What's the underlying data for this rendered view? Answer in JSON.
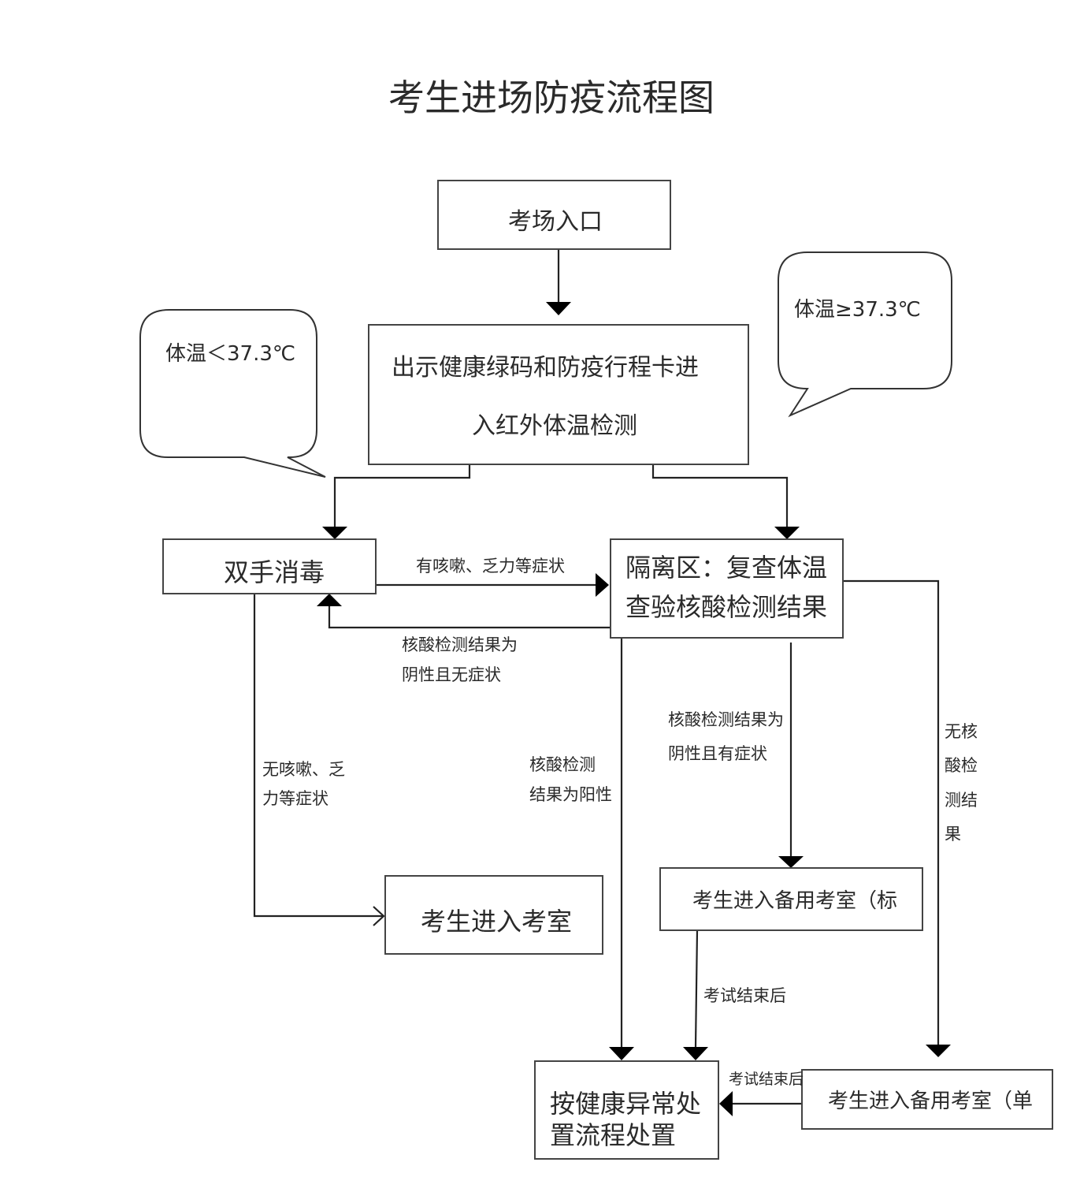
{
  "title": "考生进场防疫流程图",
  "nodes": {
    "entrance": "考场入口",
    "check_line1": "出示健康绿码和防疫行程卡进",
    "check_line2": "入红外体温检测",
    "disinfect": "双手消毒",
    "isolation_line1": "隔离区：复查体温",
    "isolation_line2": "查验核酸检测结果",
    "enter_room": "考生进入考室",
    "backup_standard": "考生进入备用考室（标",
    "backup_single": "考生进入备用考室（单",
    "abnormal_line1": "按健康异常处",
    "abnormal_line2": "置流程处置"
  },
  "callouts": {
    "temp_low": "体温＜37.3℃",
    "temp_high": "体温≥37.3℃"
  },
  "edge_labels": {
    "has_symptoms": "有咳嗽、乏力等症状",
    "negative_no_symptoms_1": "核酸检测结果为",
    "negative_no_symptoms_2": "阴性且无症状",
    "no_symptoms_1": "无咳嗽、乏",
    "no_symptoms_2": "力等症状",
    "positive_1": "核酸检测",
    "positive_2": "结果为阳性",
    "negative_symptoms_1": "核酸检测结果为",
    "negative_symptoms_2": "阴性且有症状",
    "no_result_1": "无核",
    "no_result_2": "酸检",
    "no_result_3": "测结",
    "no_result_4": "果",
    "after_exam_1": "考试结束后",
    "after_exam_2": "考试结束后"
  }
}
